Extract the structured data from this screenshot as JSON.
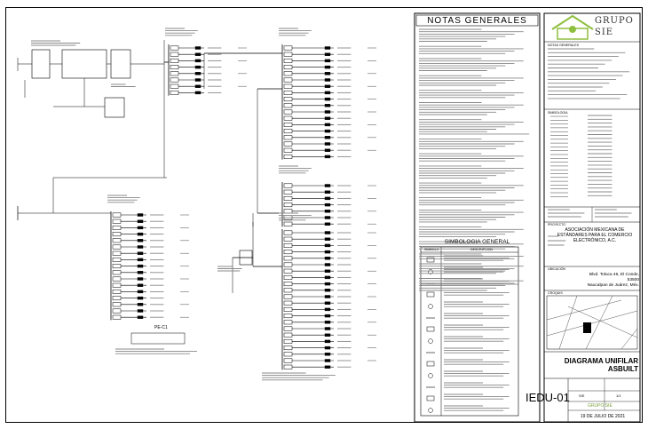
{
  "notes": {
    "title": "NOTAS GENERALES"
  },
  "symbology": {
    "title": "SIMBOLOGIA GENERAL",
    "col_symbol": "SIMBOLO",
    "col_description": "DESCRIPCION"
  },
  "logo": {
    "line1": "GRUPO",
    "line2": "SIE",
    "color": "#8fbf3f"
  },
  "title_block": {
    "section_notes": "NOTAS GENERALES",
    "section_symbols": "SIMBOLOGIA",
    "section_project": "PROYECTO",
    "organization": "ASOCIACIÓN MEXICANA DE ESTÁNDARES PARA EL COMERCIO ELECTRÓNICO, A.C.",
    "section_location": "UBICACIÓN",
    "address_line1": "Blvd. Toluca 46, El Conde, 53500",
    "address_line2": "Naucalpan de Juárez, Méx.",
    "section_plan": "CROQUIS",
    "drawing_title_line1": "DIAGRAMA UNIFILAR",
    "drawing_title_line2": "ASBUILT",
    "drawing_code": "IEDU-01",
    "scale_label": "S/E",
    "sheet_label": "1/1",
    "company": "GRUPO SIE",
    "date": "19 DE JULIO DE 2021"
  },
  "diagram": {
    "pe_label": "PE-C1"
  },
  "symbol_icons": [
    "breaker-icon",
    "meter-icon",
    "transformer-icon",
    "ground-icon",
    "panel-icon",
    "switch-icon",
    "fuse-icon",
    "contactor-icon"
  ]
}
